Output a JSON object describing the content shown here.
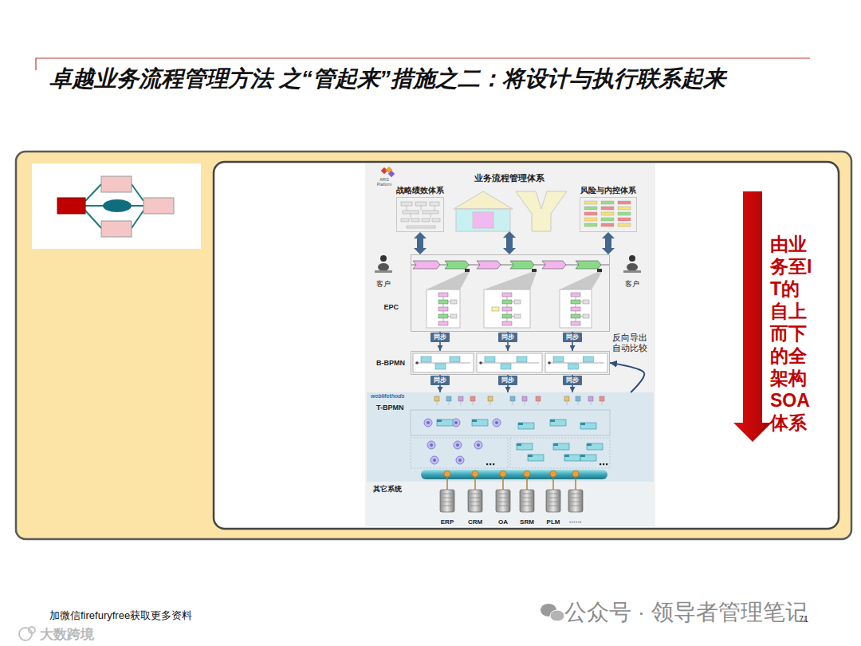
{
  "diagram": {
    "title": "卓越业务流程管理方法 之“管起来”措施之二：将设计与执行联系起来",
    "nodes": [
      {
        "text": [
          "战略绩效体系"
        ]
      },
      {
        "text": [
          "业务流程管理体系"
        ]
      },
      {
        "text": [
          "风险与内控体系"
        ]
      },
      {
        "text": [
          "客户"
        ]
      },
      {
        "text": [
          "EPC"
        ]
      },
      {
        "text": [
          "客户"
        ]
      },
      {
        "text": [
          "B-BPMN"
        ]
      },
      {
        "text": [
          "webMethods",
          "T-BPMN"
        ]
      },
      {
        "text": [
          "其它系统"
        ]
      },
      {
        "text": [
          "ERP"
        ],
        "in": 8
      },
      {
        "text": [
          "CRM"
        ],
        "in": 8
      },
      {
        "text": [
          "OA"
        ],
        "in": 8
      },
      {
        "text": [
          "SRM"
        ],
        "in": 8
      },
      {
        "text": [
          "PLM"
        ],
        "in": 8
      },
      {
        "text": [
          "······"
        ],
        "in": 8
      },
      {
        "text": [
          "由业务至IT的自上而下的全架构SOA体系"
        ]
      }
    ],
    "edges": [
      {
        "from": 0,
        "to": 4,
        "arrow": "both"
      },
      {
        "from": 1,
        "to": 4,
        "arrow": "both"
      },
      {
        "from": 2,
        "to": 4,
        "arrow": "both"
      },
      {
        "from": 4,
        "to": 6,
        "label": "同步",
        "arrow": "to"
      },
      {
        "from": 4,
        "to": 6,
        "label": "同步",
        "arrow": "to"
      },
      {
        "from": 4,
        "to": 6,
        "label": "同步",
        "arrow": "to"
      },
      {
        "from": 6,
        "to": 7,
        "label": "同步",
        "arrow": "to"
      },
      {
        "from": 6,
        "to": 7,
        "label": "同步",
        "arrow": "to"
      },
      {
        "from": 6,
        "to": 7,
        "label": "同步",
        "arrow": "to"
      },
      {
        "from": 7,
        "to": 6,
        "label": "反向导出自动比较",
        "arrow": "to"
      }
    ],
    "labels": [
      "ARIS Platform",
      "加微信firefuryfree获取更多资料",
      "71",
      "公众号 · 领导者管理笔记",
      "大数跨境"
    ]
  }
}
